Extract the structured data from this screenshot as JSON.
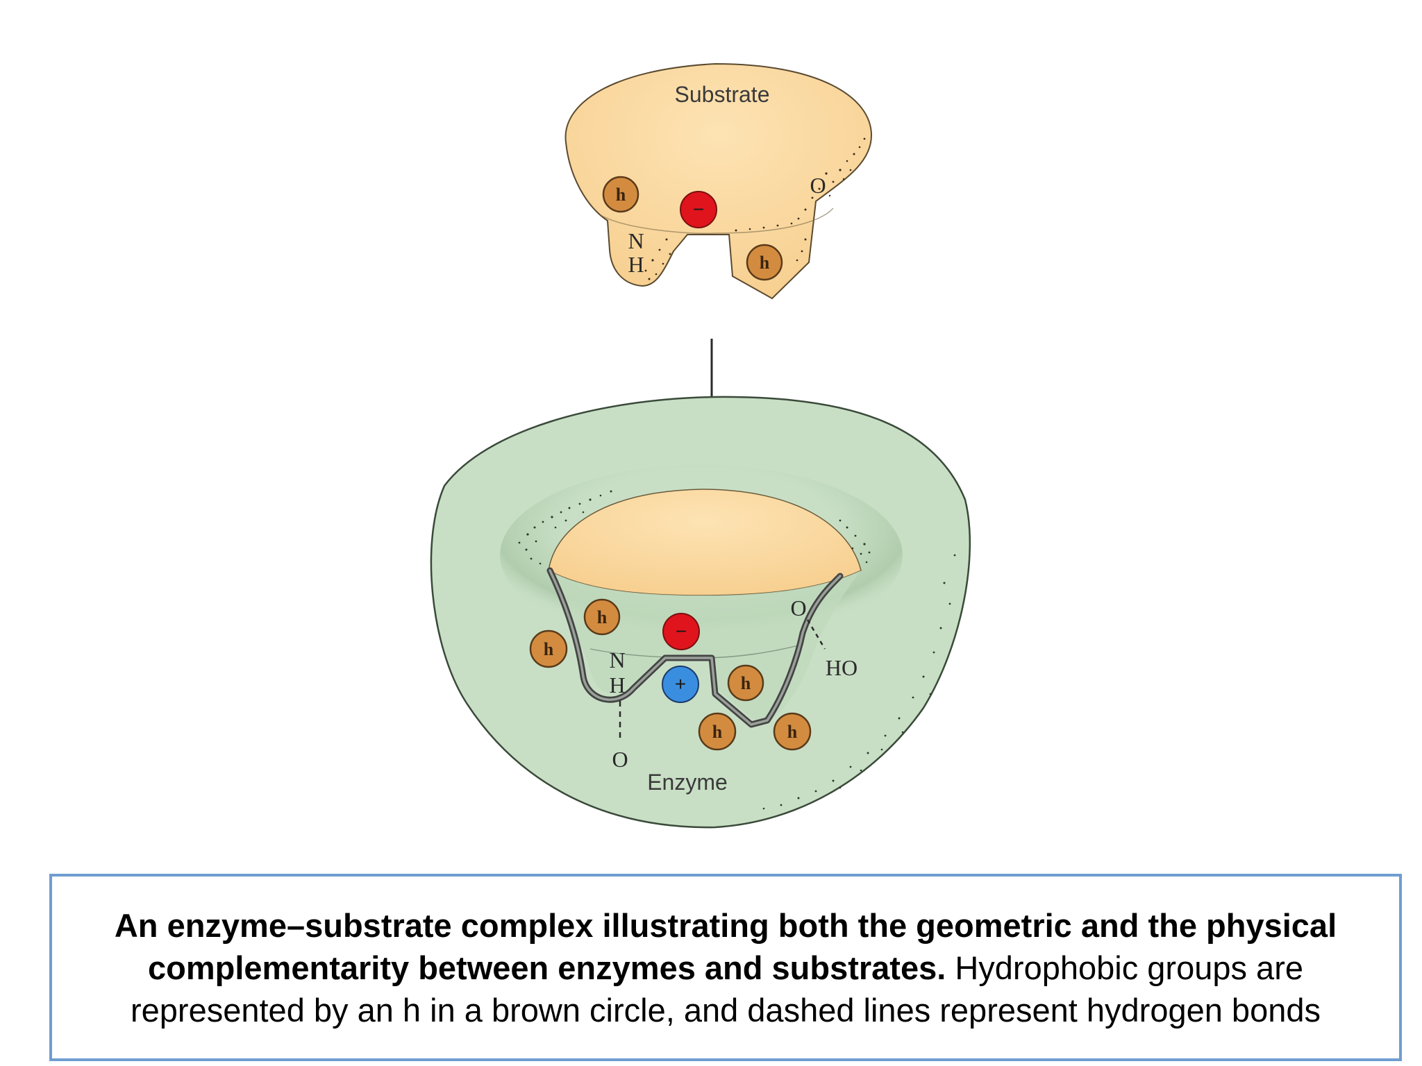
{
  "diagram": {
    "substrate": {
      "title": "Substrate",
      "groups": [
        {
          "type": "hydrophobic",
          "label": "h"
        },
        {
          "type": "negative",
          "label": "−"
        },
        {
          "type": "hydrophobic",
          "label": "h"
        }
      ],
      "atom_labels": {
        "n": "N",
        "h": "H",
        "o": "O"
      }
    },
    "enzyme": {
      "title": "Enzyme",
      "groups": [
        {
          "type": "hydrophobic",
          "label": "h"
        },
        {
          "type": "hydrophobic",
          "label": "h"
        },
        {
          "type": "negative",
          "label": "−"
        },
        {
          "type": "positive",
          "label": "+"
        },
        {
          "type": "hydrophobic",
          "label": "h"
        },
        {
          "type": "hydrophobic",
          "label": "h"
        },
        {
          "type": "hydrophobic",
          "label": "h"
        }
      ],
      "atom_labels": {
        "n": "N",
        "h": "H",
        "o_top": "O",
        "ho": "HO",
        "o_bottom": "O"
      }
    },
    "colors": {
      "substrate_fill": "#fbd9a0",
      "enzyme_fill": "#c8dfc5",
      "hydrophobic_fill": "#d38c3f",
      "negative_fill": "#e0141d",
      "positive_fill": "#3a8ee0",
      "caption_border": "#6f9dd0"
    }
  },
  "caption": {
    "bold": "An enzyme–substrate complex illustrating both the geometric and the physical complementarity between enzymes and substrates.",
    "normal": " Hydrophobic groups are  represented by an h in a brown circle, and dashed lines represent hydrogen bonds"
  }
}
